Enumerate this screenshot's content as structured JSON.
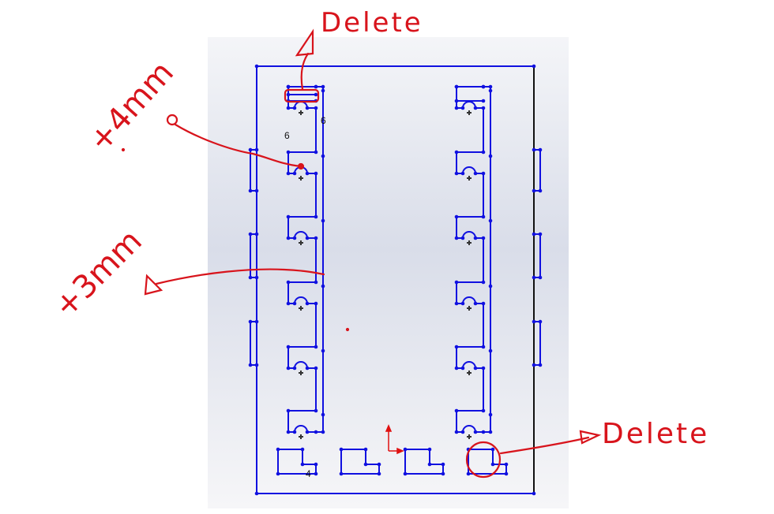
{
  "sketch": {
    "dimensions": {
      "dim_slot_height": "6",
      "dim_slot_width": "6",
      "dim_bottom": "4"
    }
  },
  "annotations": {
    "delete_top": "Delete",
    "delete_bottom": "Delete",
    "plus_4mm": "+4mm",
    "plus_3mm": "+3mm"
  },
  "colors": {
    "sketch_line": "#1010e0",
    "annotation": "#d8141c",
    "origin": "#e01010"
  }
}
